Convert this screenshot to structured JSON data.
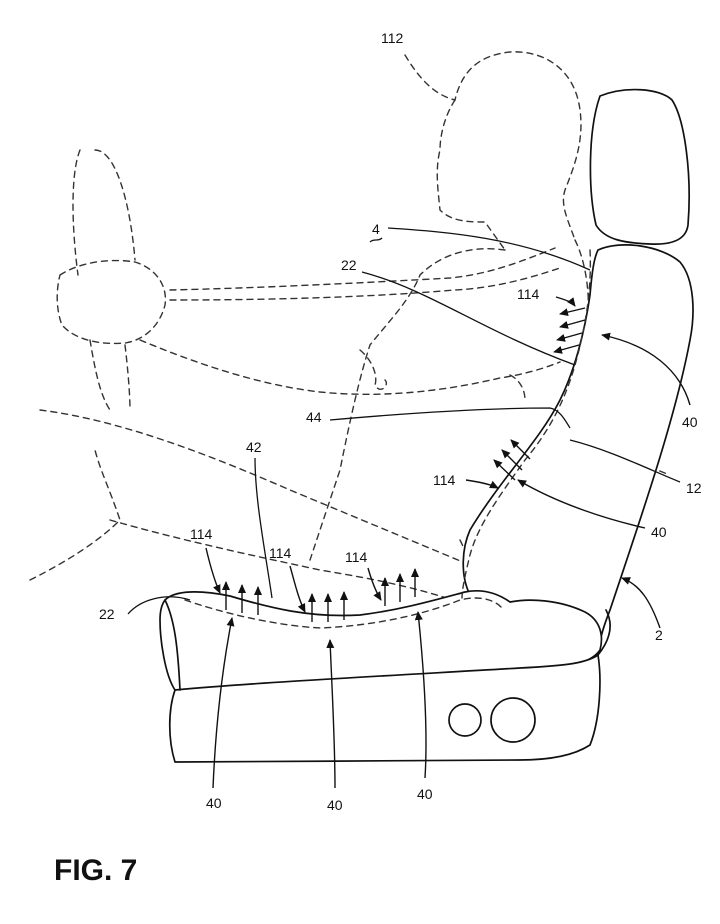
{
  "figure_label": "FIG. 7",
  "refs": {
    "occupant": "112",
    "backrest_ref": "4",
    "lumbar_layer_upper": "22",
    "airflow_upper": "114",
    "vent_upper": "40",
    "lumbar_line": "44",
    "backrest_edge": "12",
    "airflow_mid": "114",
    "vent_mid": "40",
    "seat_ref": "2",
    "cushion_edge": "42",
    "airflow_seat_left": "114",
    "airflow_seat_center": "114",
    "airflow_seat_right": "114",
    "lumbar_layer_lower": "22",
    "vent_seat_left": "40",
    "vent_seat_center": "40",
    "vent_seat_right": "40"
  }
}
